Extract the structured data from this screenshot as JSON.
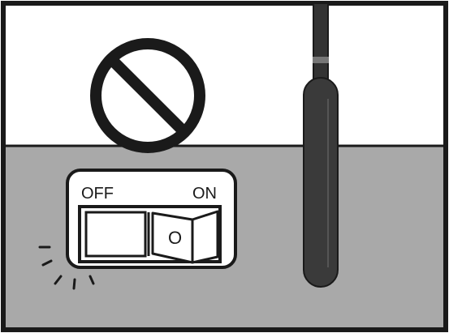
{
  "switch": {
    "off_label": "OFF",
    "on_label": "ON",
    "rocker_symbol": "O",
    "state": "on"
  },
  "icons": {
    "prohibition": "prohibition-icon",
    "heater": "immersion-heater-icon",
    "activity": "click-rays-icon"
  },
  "colors": {
    "liquid": "#a9a9a9",
    "air": "#ffffff",
    "outline": "#1a1a1a",
    "heater_body": "#3a3a3a",
    "heater_cable": "#333333",
    "heater_band": "#777777"
  }
}
